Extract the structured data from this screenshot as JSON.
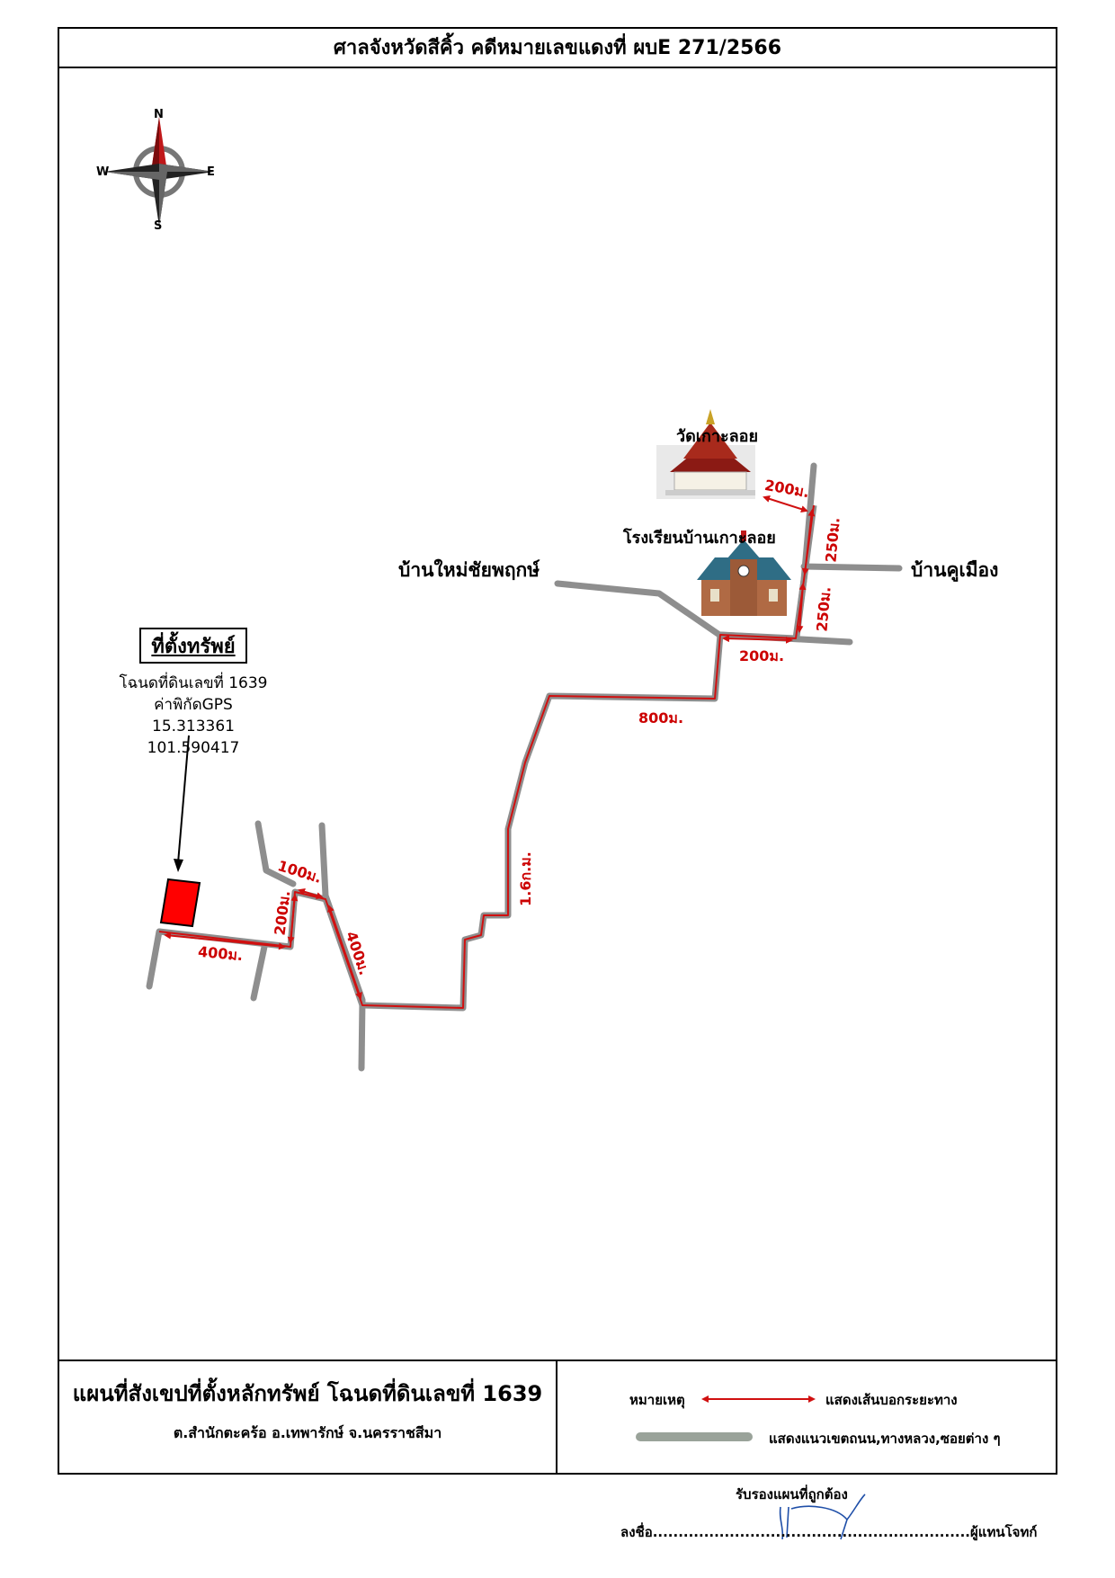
{
  "header": {
    "title": "ศาลจังหวัดสีคิ้ว คดีหมายเลขแดงที่ ผบE 271/2566"
  },
  "compass": {
    "north": "N",
    "south": "S",
    "east": "E",
    "west": "W"
  },
  "property": {
    "title": "ที่ตั้งทรัพย์",
    "deed": "โฉนดที่ดินเลขที่ 1639",
    "gps_label": "ค่าพิกัดGPS",
    "lat": "15.313361",
    "lng": "101.590417"
  },
  "places": {
    "temple": "วัดเกาะลอย",
    "school": "โรงเรียนบ้านเกาะลอย",
    "village_west": "บ้านใหม่ชัยพฤกษ์",
    "village_east": "บ้านคูเมือง"
  },
  "distances": {
    "d400a": "400ม.",
    "d200a": "200ม.",
    "d100": "100ม.",
    "d400b": "400ม.",
    "d16km": "1.6ก.ม.",
    "d800": "800ม.",
    "d200b": "200ม.",
    "d250a": "250ม.",
    "d250b": "250ม.",
    "d200c": "200ม."
  },
  "footer": {
    "title": "แผนที่สังเขปที่ตั้งหลักทรัพย์ โฉนดที่ดินเลขที่ 1639",
    "subtitle": "ต.สำนักตะคร้อ  อ.เทพารักษ์  จ.นครราชสีมา",
    "legend_label": "หมายเหตุ",
    "legend_arrow": "แสดงเส้นบอกระยะทาง",
    "legend_road": "แสดงแนวเขตถนน,ทางหลวง,ซอยต่าง ๆ"
  },
  "signature": {
    "approve": "รับรองแผนที่ถูกต้อง",
    "line": "ลงชื่อ..............................................................ผู้แทนโจทก์"
  },
  "colors": {
    "road": "#8e8e8e",
    "route": "#d01010",
    "property": "#ff0000"
  }
}
